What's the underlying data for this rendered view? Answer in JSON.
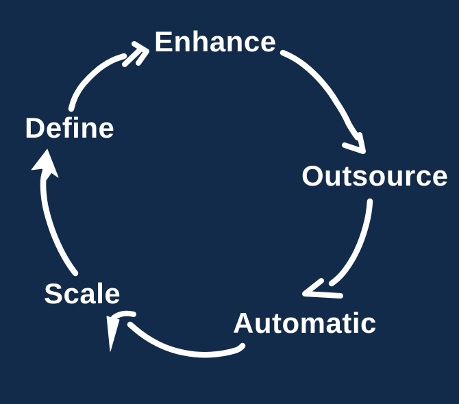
{
  "colors": {
    "background": "#132B4A",
    "ink": "#FFFFFF"
  },
  "diagram": {
    "type": "cycle",
    "direction": "clockwise",
    "steps": [
      {
        "id": "enhance",
        "label": "Enhance",
        "position": "top"
      },
      {
        "id": "outsource",
        "label": "Outsource",
        "position": "right"
      },
      {
        "id": "automatic",
        "label": "Automatic",
        "position": "bottom-right"
      },
      {
        "id": "scale",
        "label": "Scale",
        "position": "bottom-left"
      },
      {
        "id": "define",
        "label": "Define",
        "position": "left"
      }
    ],
    "connections": [
      {
        "from": "Define",
        "to": "Enhance"
      },
      {
        "from": "Enhance",
        "to": "Outsource"
      },
      {
        "from": "Outsource",
        "to": "Automatic"
      },
      {
        "from": "Automatic",
        "to": "Scale"
      },
      {
        "from": "Scale",
        "to": "Define"
      }
    ]
  }
}
